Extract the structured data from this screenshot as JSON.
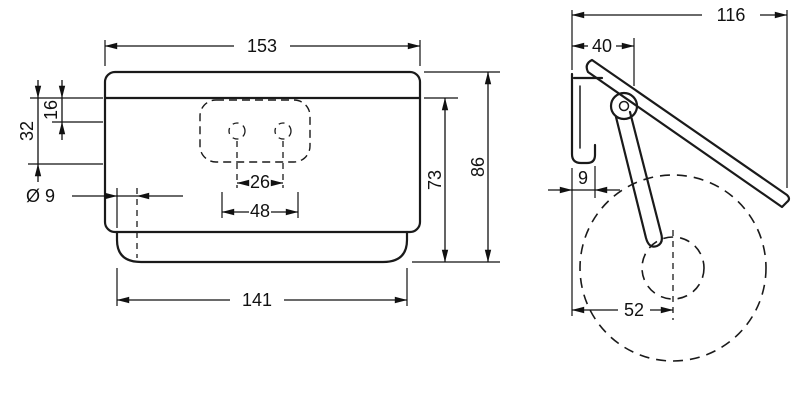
{
  "page": {
    "background": "#ffffff",
    "line_color": "#1a1a1a"
  },
  "front_view": {
    "dims": {
      "width_top": "153",
      "width_bottom": "141",
      "height_total": "86",
      "height_inner": "73",
      "edge_offset": "16",
      "hole_offset": "32",
      "hole_diameter": "Ø 9",
      "hole_spacing": "26",
      "slot_width": "48"
    }
  },
  "side_view": {
    "dims": {
      "depth_total": "116",
      "cover_length": "40",
      "bracket_thickness": "9",
      "roll_center_offset": "52"
    }
  }
}
